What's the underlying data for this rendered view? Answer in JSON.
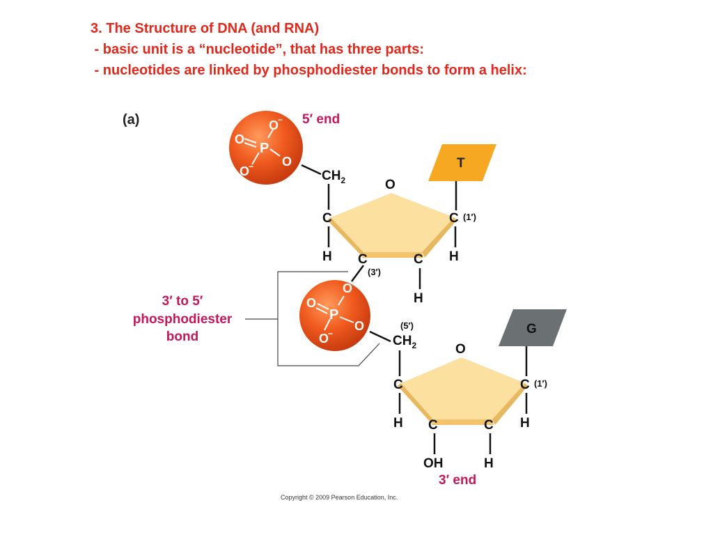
{
  "header": {
    "title": "3. The Structure of DNA (and RNA)",
    "line1": " - basic unit is a “nucleotide”, that has three parts:",
    "line2": " - nucleotides are linked by phosphodiester bonds to form a helix:"
  },
  "figure": {
    "panel_label": "(a)",
    "five_prime_end": "5′ end",
    "three_prime_end": "3′ end",
    "bond_label": [
      "3′ to 5′",
      "phosphodiester",
      "bond"
    ],
    "copyright": "Copyright © 2009 Pearson Education, Inc.",
    "bases": [
      "T",
      "G"
    ],
    "atoms": {
      "C": "C",
      "H": "H",
      "O": "O",
      "OH": "OH",
      "CH2": "CH",
      "sub2": "2",
      "P": "P",
      "Ominus": "O",
      "minus": "−",
      "c1": "(1′)",
      "c3": "(3′)",
      "c5": "(5′)"
    },
    "colors": {
      "heading": "#e0281c",
      "magenta": "#c2185b",
      "phosphate": "#f05a1e",
      "sugar": "#fbe0a0",
      "base_T": "#f7a823",
      "base_G": "#6b7072"
    }
  }
}
